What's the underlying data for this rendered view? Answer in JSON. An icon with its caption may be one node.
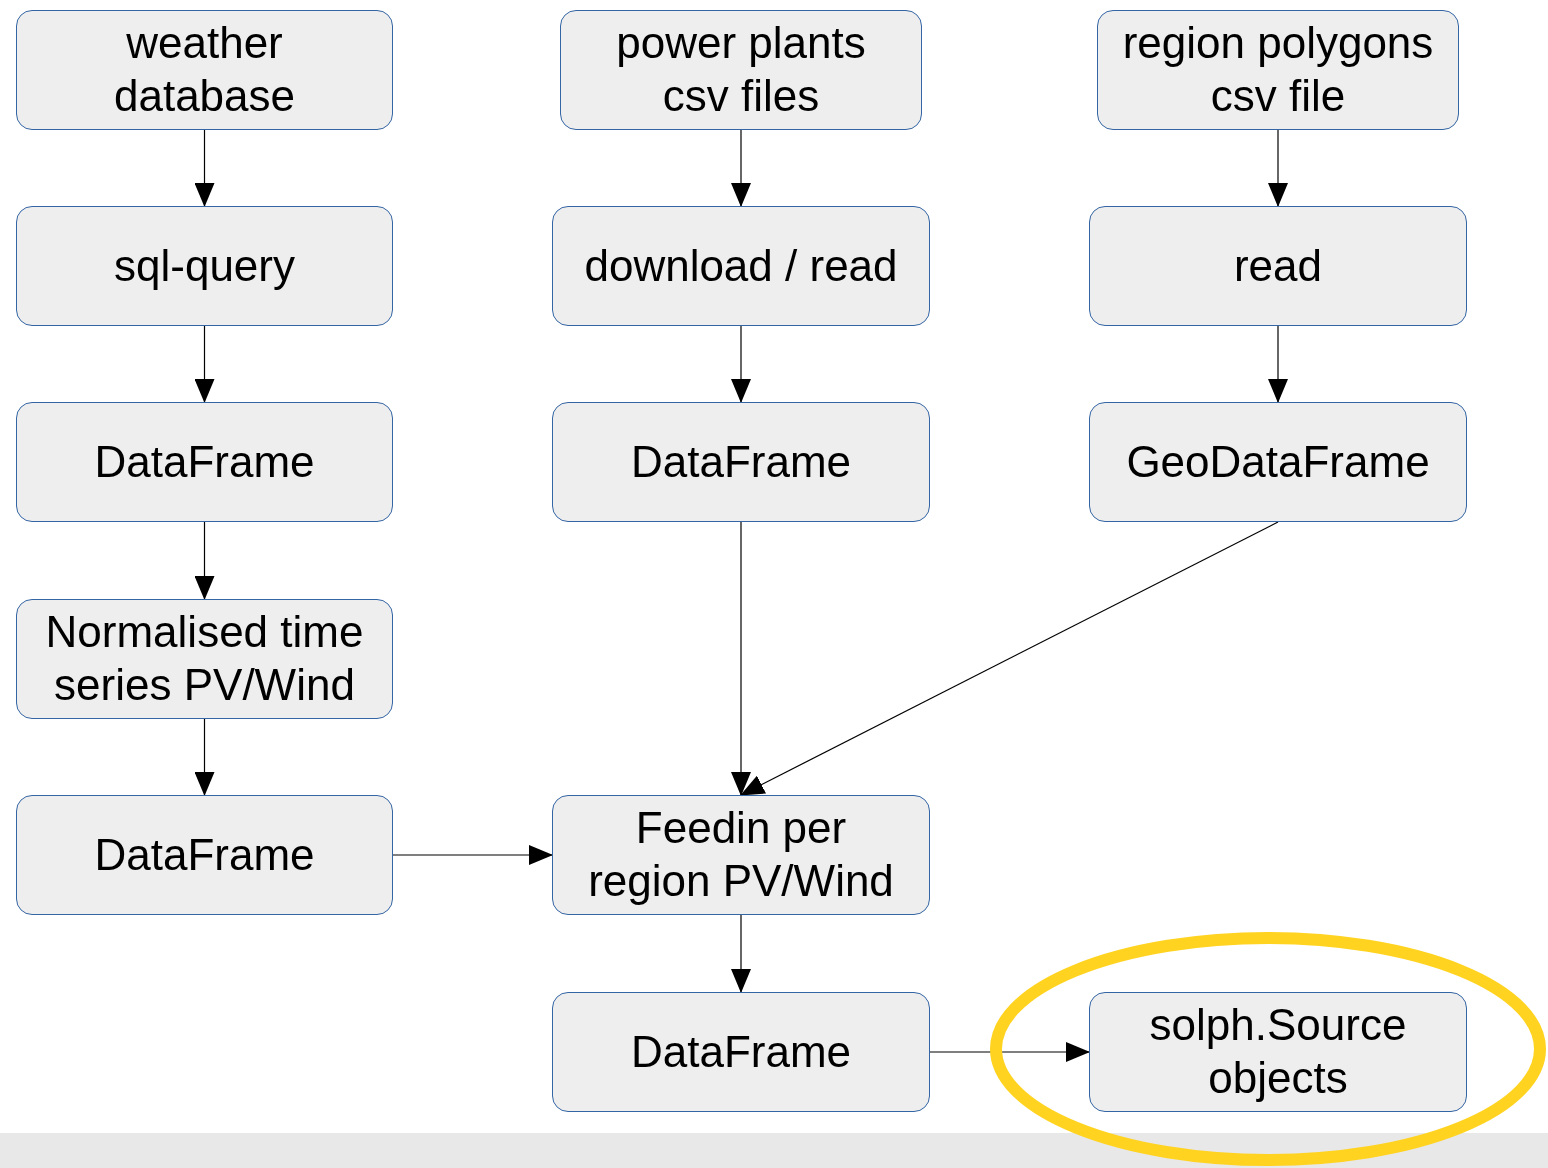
{
  "diagram": {
    "nodes": [
      {
        "text": [
          "weather database"
        ]
      },
      {
        "text": [
          "power plants csv files"
        ]
      },
      {
        "text": [
          "region polygons csv file"
        ]
      },
      {
        "text": [
          "sql-query"
        ]
      },
      {
        "text": [
          "download / read"
        ]
      },
      {
        "text": [
          "read"
        ]
      },
      {
        "text": [
          "DataFrame"
        ]
      },
      {
        "text": [
          "DataFrame"
        ]
      },
      {
        "text": [
          "GeoDataFrame"
        ]
      },
      {
        "text": [
          "Normalised time series PV/Wind"
        ]
      },
      {
        "text": [
          "DataFrame"
        ]
      },
      {
        "text": [
          "Feedin per region PV/Wind"
        ]
      },
      {
        "text": [
          "DataFrame"
        ]
      },
      {
        "text": [],
        "shape": "circle"
      },
      {
        "text": [
          "solph.Source objects"
        ],
        "in": 13
      }
    ],
    "edges": [
      {
        "from": 0,
        "to": 3,
        "arrow": "to"
      },
      {
        "from": 3,
        "to": 6,
        "arrow": "to"
      },
      {
        "from": 6,
        "to": 9,
        "arrow": "to"
      },
      {
        "from": 9,
        "to": 10,
        "arrow": "to"
      },
      {
        "from": 1,
        "to": 4,
        "arrow": "to"
      },
      {
        "from": 4,
        "to": 7,
        "arrow": "to"
      },
      {
        "from": 7,
        "to": 11,
        "arrow": "to"
      },
      {
        "from": 2,
        "to": 5,
        "arrow": "to"
      },
      {
        "from": 5,
        "to": 8,
        "arrow": "to"
      },
      {
        "from": 8,
        "to": 11,
        "arrow": "to"
      },
      {
        "from": 10,
        "to": 11,
        "arrow": "to"
      },
      {
        "from": 11,
        "to": 12,
        "arrow": "to"
      },
      {
        "from": 12,
        "to": 14,
        "arrow": "to"
      }
    ]
  }
}
